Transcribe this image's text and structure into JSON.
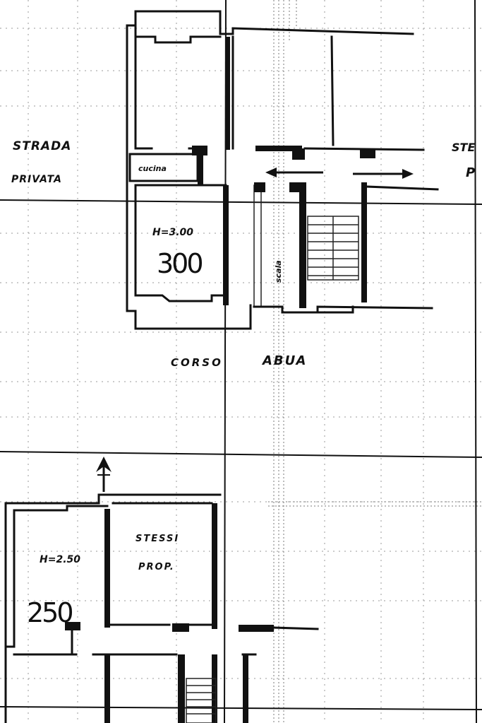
{
  "drawing": {
    "upper_floor": {
      "street_left_line1": "STRADA",
      "street_left_line2": "PRIVATA",
      "street_right_line1": "STE",
      "street_right_line2": "P",
      "kitchen_label": "cucina",
      "height_label": "H=3.00",
      "height_handwritten": "300",
      "stair_label": "scala",
      "street_bottom_word1": "CORSO",
      "street_bottom_word2": "ABUA"
    },
    "lower_floor": {
      "room_label_line1": "STESSI",
      "room_label_line2": "PROP.",
      "height_label": "H=2.50",
      "height_handwritten": "250"
    }
  }
}
